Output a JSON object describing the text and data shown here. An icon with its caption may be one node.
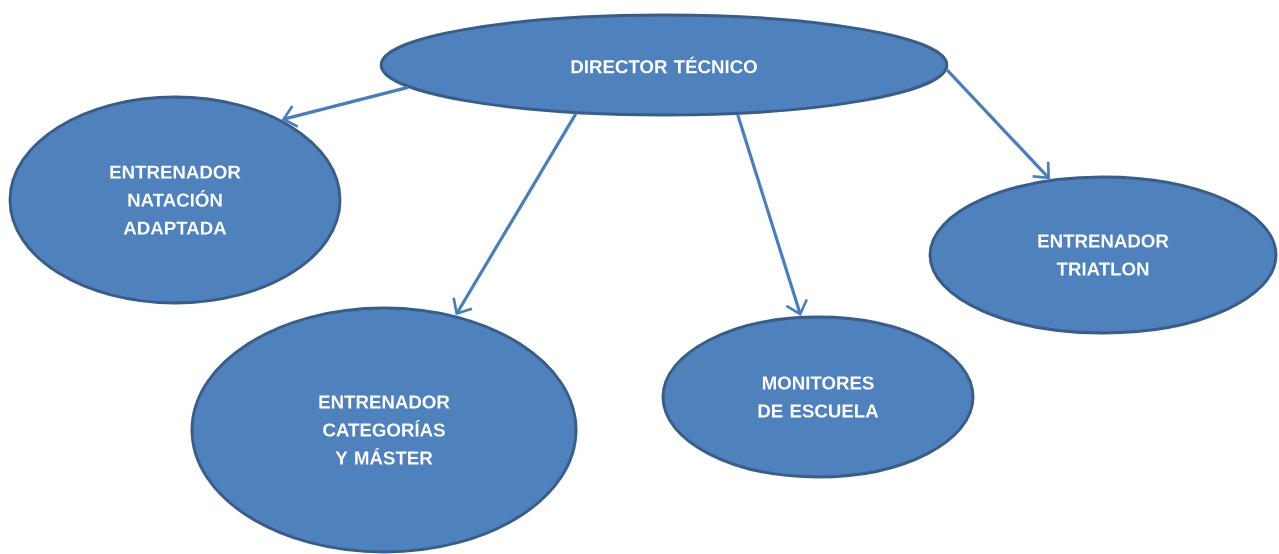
{
  "diagram": {
    "nodes": [
      {
        "text": [
          "DIRECTOR TÉCNICO"
        ]
      },
      {
        "text": [
          "ENTRENADOR NATACIÓN ADAPTADA"
        ]
      },
      {
        "text": [
          "ENTRENADOR CATEGORÍAS Y MÁSTER"
        ]
      },
      {
        "text": [
          "MONITORES DE ESCUELA"
        ]
      },
      {
        "text": [
          "ENTRENADOR TRIATLON"
        ]
      }
    ],
    "edges": [
      {
        "from": 0,
        "to": 1,
        "arrow": "to"
      },
      {
        "from": 0,
        "to": 2,
        "arrow": "to"
      },
      {
        "from": 0,
        "to": 3,
        "arrow": "to"
      },
      {
        "from": 0,
        "to": 4,
        "arrow": "to"
      }
    ]
  }
}
